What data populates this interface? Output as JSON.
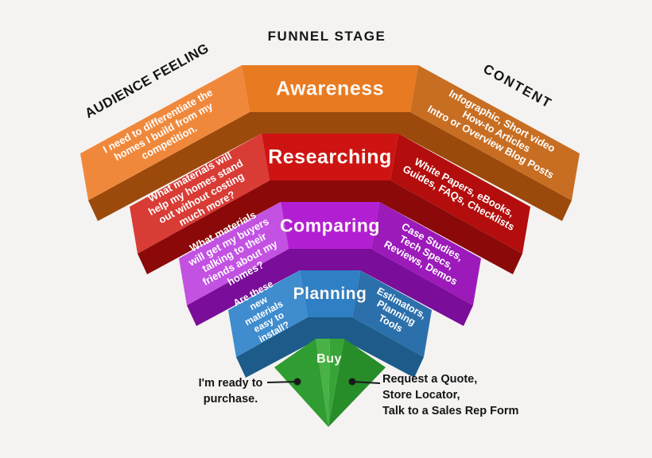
{
  "headers": {
    "audience_feeling": "AUDIENCE FEELING",
    "funnel_stage": "FUNNEL STAGE",
    "content": "CONTENT"
  },
  "funnel": {
    "stages": [
      {
        "name": "Awareness",
        "feeling": "I need to differentiate the\nhomes I build from my\ncompetition.",
        "content": "Infographic, Short video\nHow-to Articles\nIntro or Overview Blog Posts",
        "colors": {
          "left_face": "#F0883B",
          "center_face": "#E87A22",
          "right_face": "#C86E22",
          "under_edge": "#9B4A0C"
        }
      },
      {
        "name": "Researching",
        "feeling": "What materials will\nhelp my homes stand\nout without costing\nmuch more?",
        "content": "White Papers, eBooks,\nGuides, FAQs, Checklists",
        "colors": {
          "left_face": "#D93B35",
          "center_face": "#CE1413",
          "right_face": "#B30D0D",
          "under_edge": "#8B0909"
        }
      },
      {
        "name": "Comparing",
        "feeling": "What materials\nwill get my buyers\ntalking to their\nfriends about my\nhomes?",
        "content": "Case Studies,\nTech Specs,\nReviews, Demos",
        "colors": {
          "left_face": "#C351E2",
          "center_face": "#B21FD2",
          "right_face": "#9C1ABA",
          "under_edge": "#7A0D99"
        }
      },
      {
        "name": "Planning",
        "feeling": "Are these\nnew\nmaterials\neasy to\ninstall?",
        "content": "Estimators,\nPlanning\nTools",
        "colors": {
          "left_face": "#3F8CCE",
          "center_face": "#2F7FC5",
          "right_face": "#2C70AB",
          "under_edge": "#1D5C8A"
        }
      },
      {
        "name": "Buy",
        "feeling": "I'm ready to\npurchase.",
        "content": "Request a Quote,\nStore Locator,\nTalk to a Sales Rep Form",
        "colors": {
          "outer_left_facet": "#2F9D31",
          "center_left_facet": "#48B246",
          "center_right_facet": "#37A438",
          "outer_right_facet": "#268D28"
        }
      }
    ]
  },
  "callouts": {
    "line_color": "#1A1A1A"
  },
  "background": "#F4F3F1"
}
